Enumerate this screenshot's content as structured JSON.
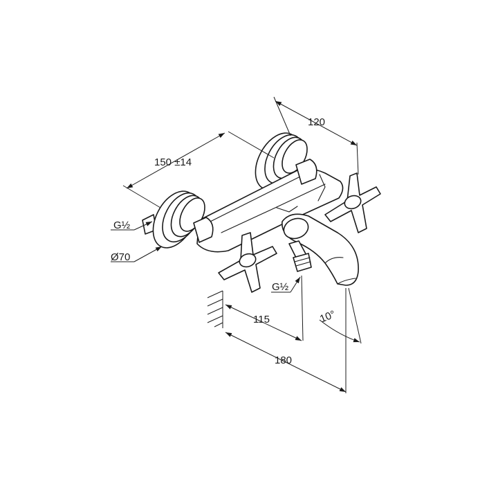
{
  "dimensions": {
    "width_between_centres": "150 ±14",
    "depth": "120",
    "outlet_offset": "115",
    "spout_projection": "180",
    "spout_angle": "10°",
    "inlet_thread": "G½",
    "outlet_thread": "G½",
    "rosette_diameter": "Ø70"
  },
  "colors": {
    "line": "#1a1a1a",
    "background": "#ffffff"
  }
}
